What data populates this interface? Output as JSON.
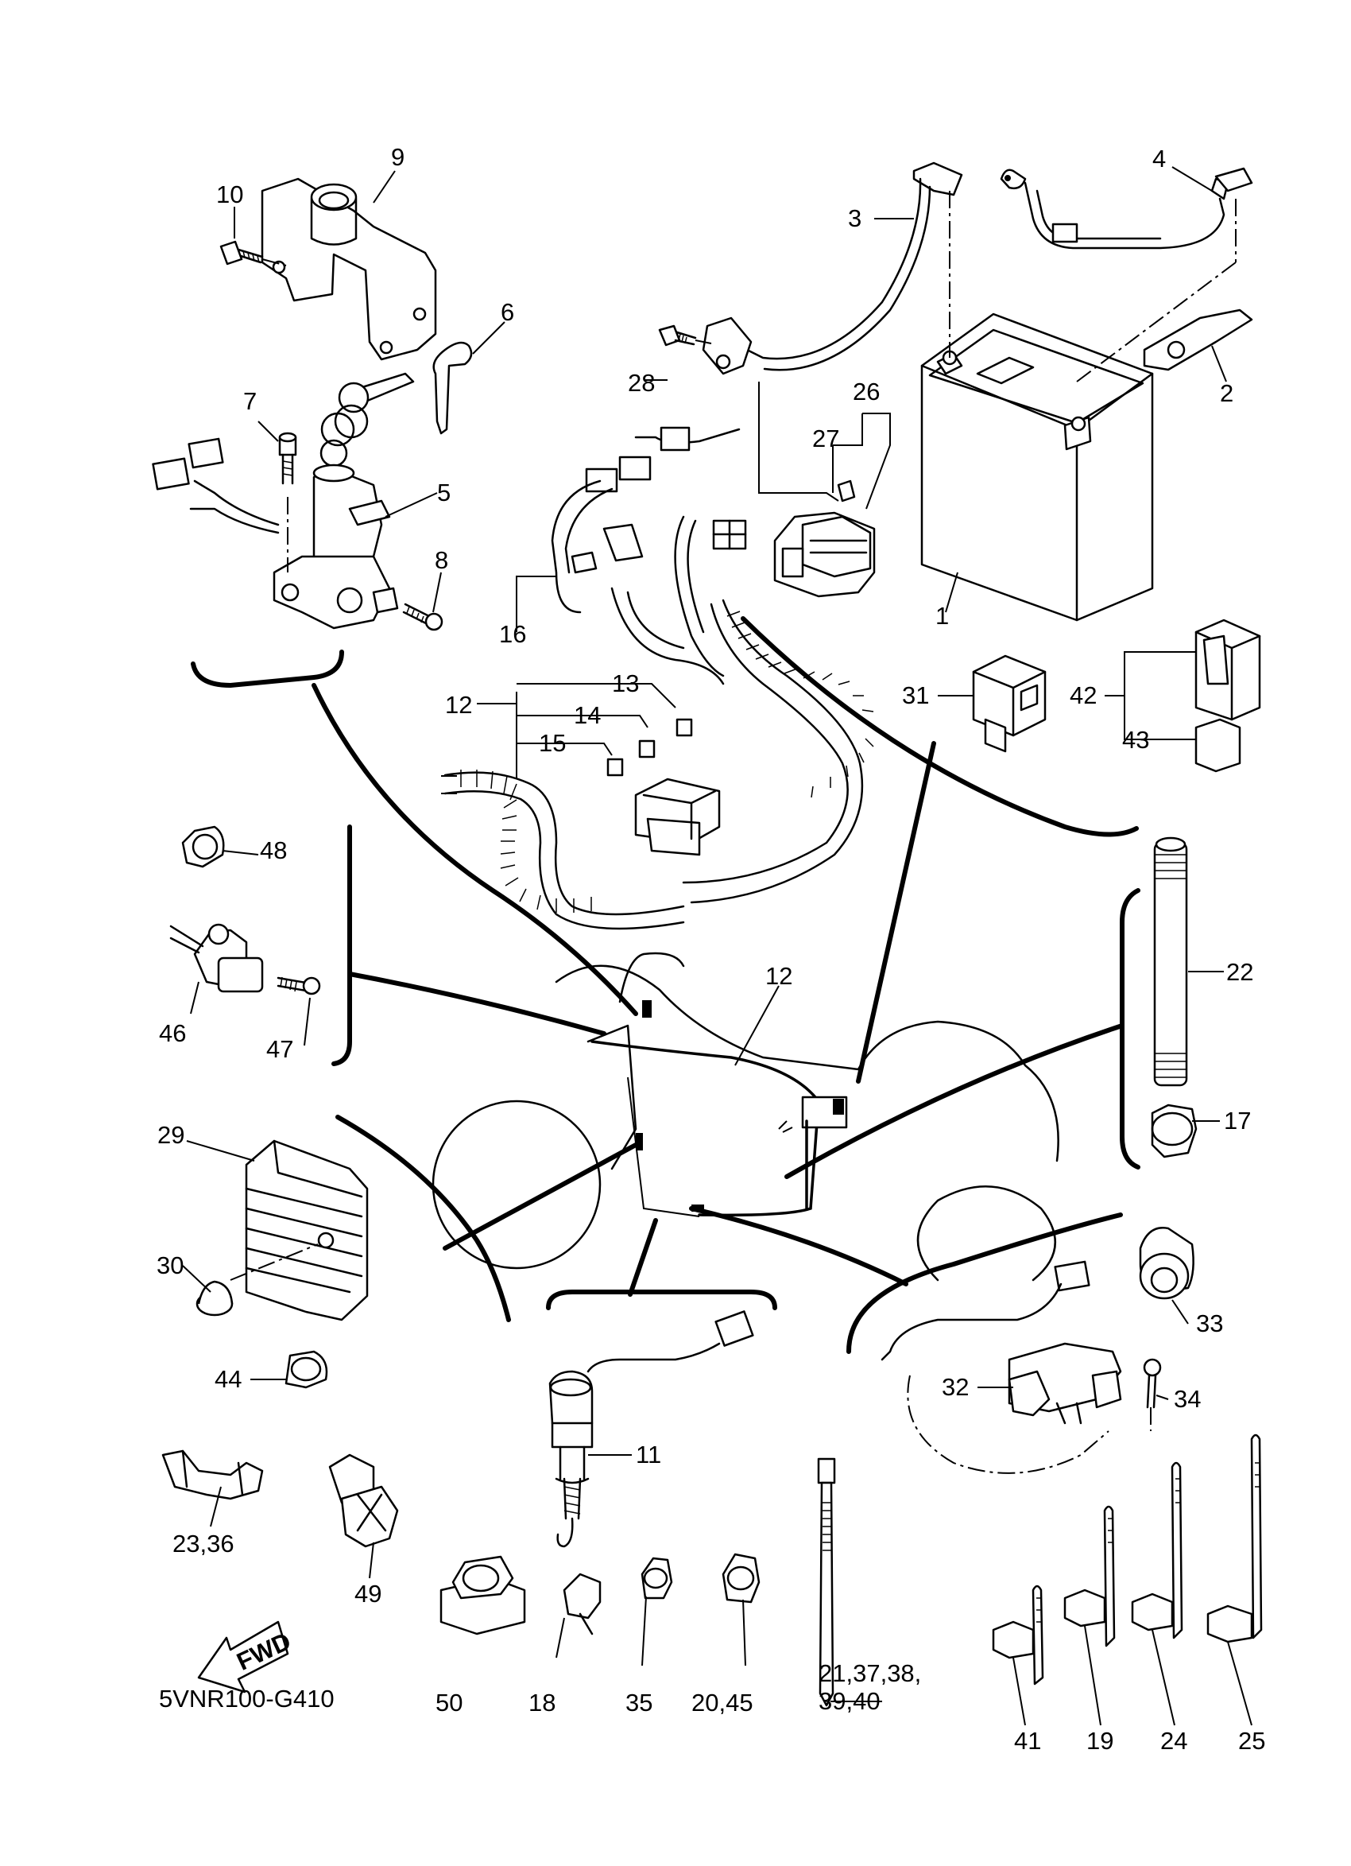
{
  "diagram": {
    "drawing_code": "5VNR100-G410",
    "fwd_label": "FWD",
    "callouts": {
      "c1": "1",
      "c2": "2",
      "c3": "3",
      "c4": "4",
      "c5": "5",
      "c6": "6",
      "c7": "7",
      "c8": "8",
      "c9": "9",
      "c10": "10",
      "c11": "11",
      "c12a": "12",
      "c12b": "12",
      "c13": "13",
      "c14": "14",
      "c15": "15",
      "c16": "16",
      "c17": "17",
      "c18": "18",
      "c19": "19",
      "c20_45": "20,45",
      "c21_line1": "21,37,38,",
      "c21_line2": "39,40",
      "c22": "22",
      "c23_36": "23,36",
      "c24": "24",
      "c25": "25",
      "c26": "26",
      "c27": "27",
      "c28": "28",
      "c29": "29",
      "c30": "30",
      "c31": "31",
      "c32": "32",
      "c33": "33",
      "c34": "34",
      "c35": "35",
      "c41": "41",
      "c42": "42",
      "c43": "43",
      "c44": "44",
      "c46": "46",
      "c47": "47",
      "c48": "48",
      "c49": "49",
      "c50": "50"
    }
  }
}
